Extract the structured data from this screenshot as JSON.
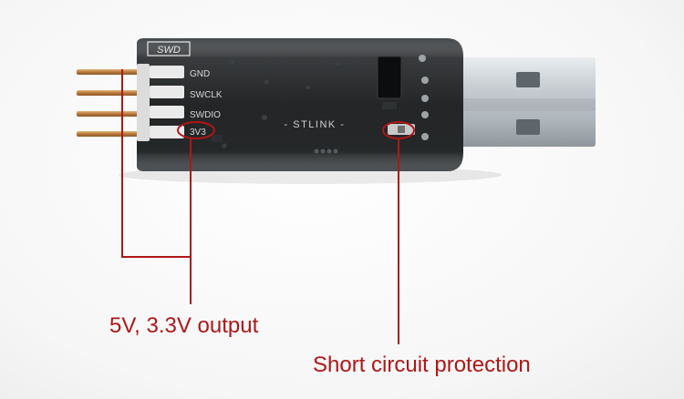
{
  "board": {
    "header_label": "SWD",
    "center_label": "- STLINK -",
    "pins": [
      "GND",
      "SWCLK",
      "SWDIO",
      "3V3"
    ]
  },
  "annotations": {
    "output_label": "5V, 3.3V output",
    "protection_label": "Short circuit protection"
  },
  "colors": {
    "annotation": "#b01616",
    "pcb": "#161819",
    "usb_metal": "#c9cfd4",
    "pin_gold": "#c4894a"
  }
}
